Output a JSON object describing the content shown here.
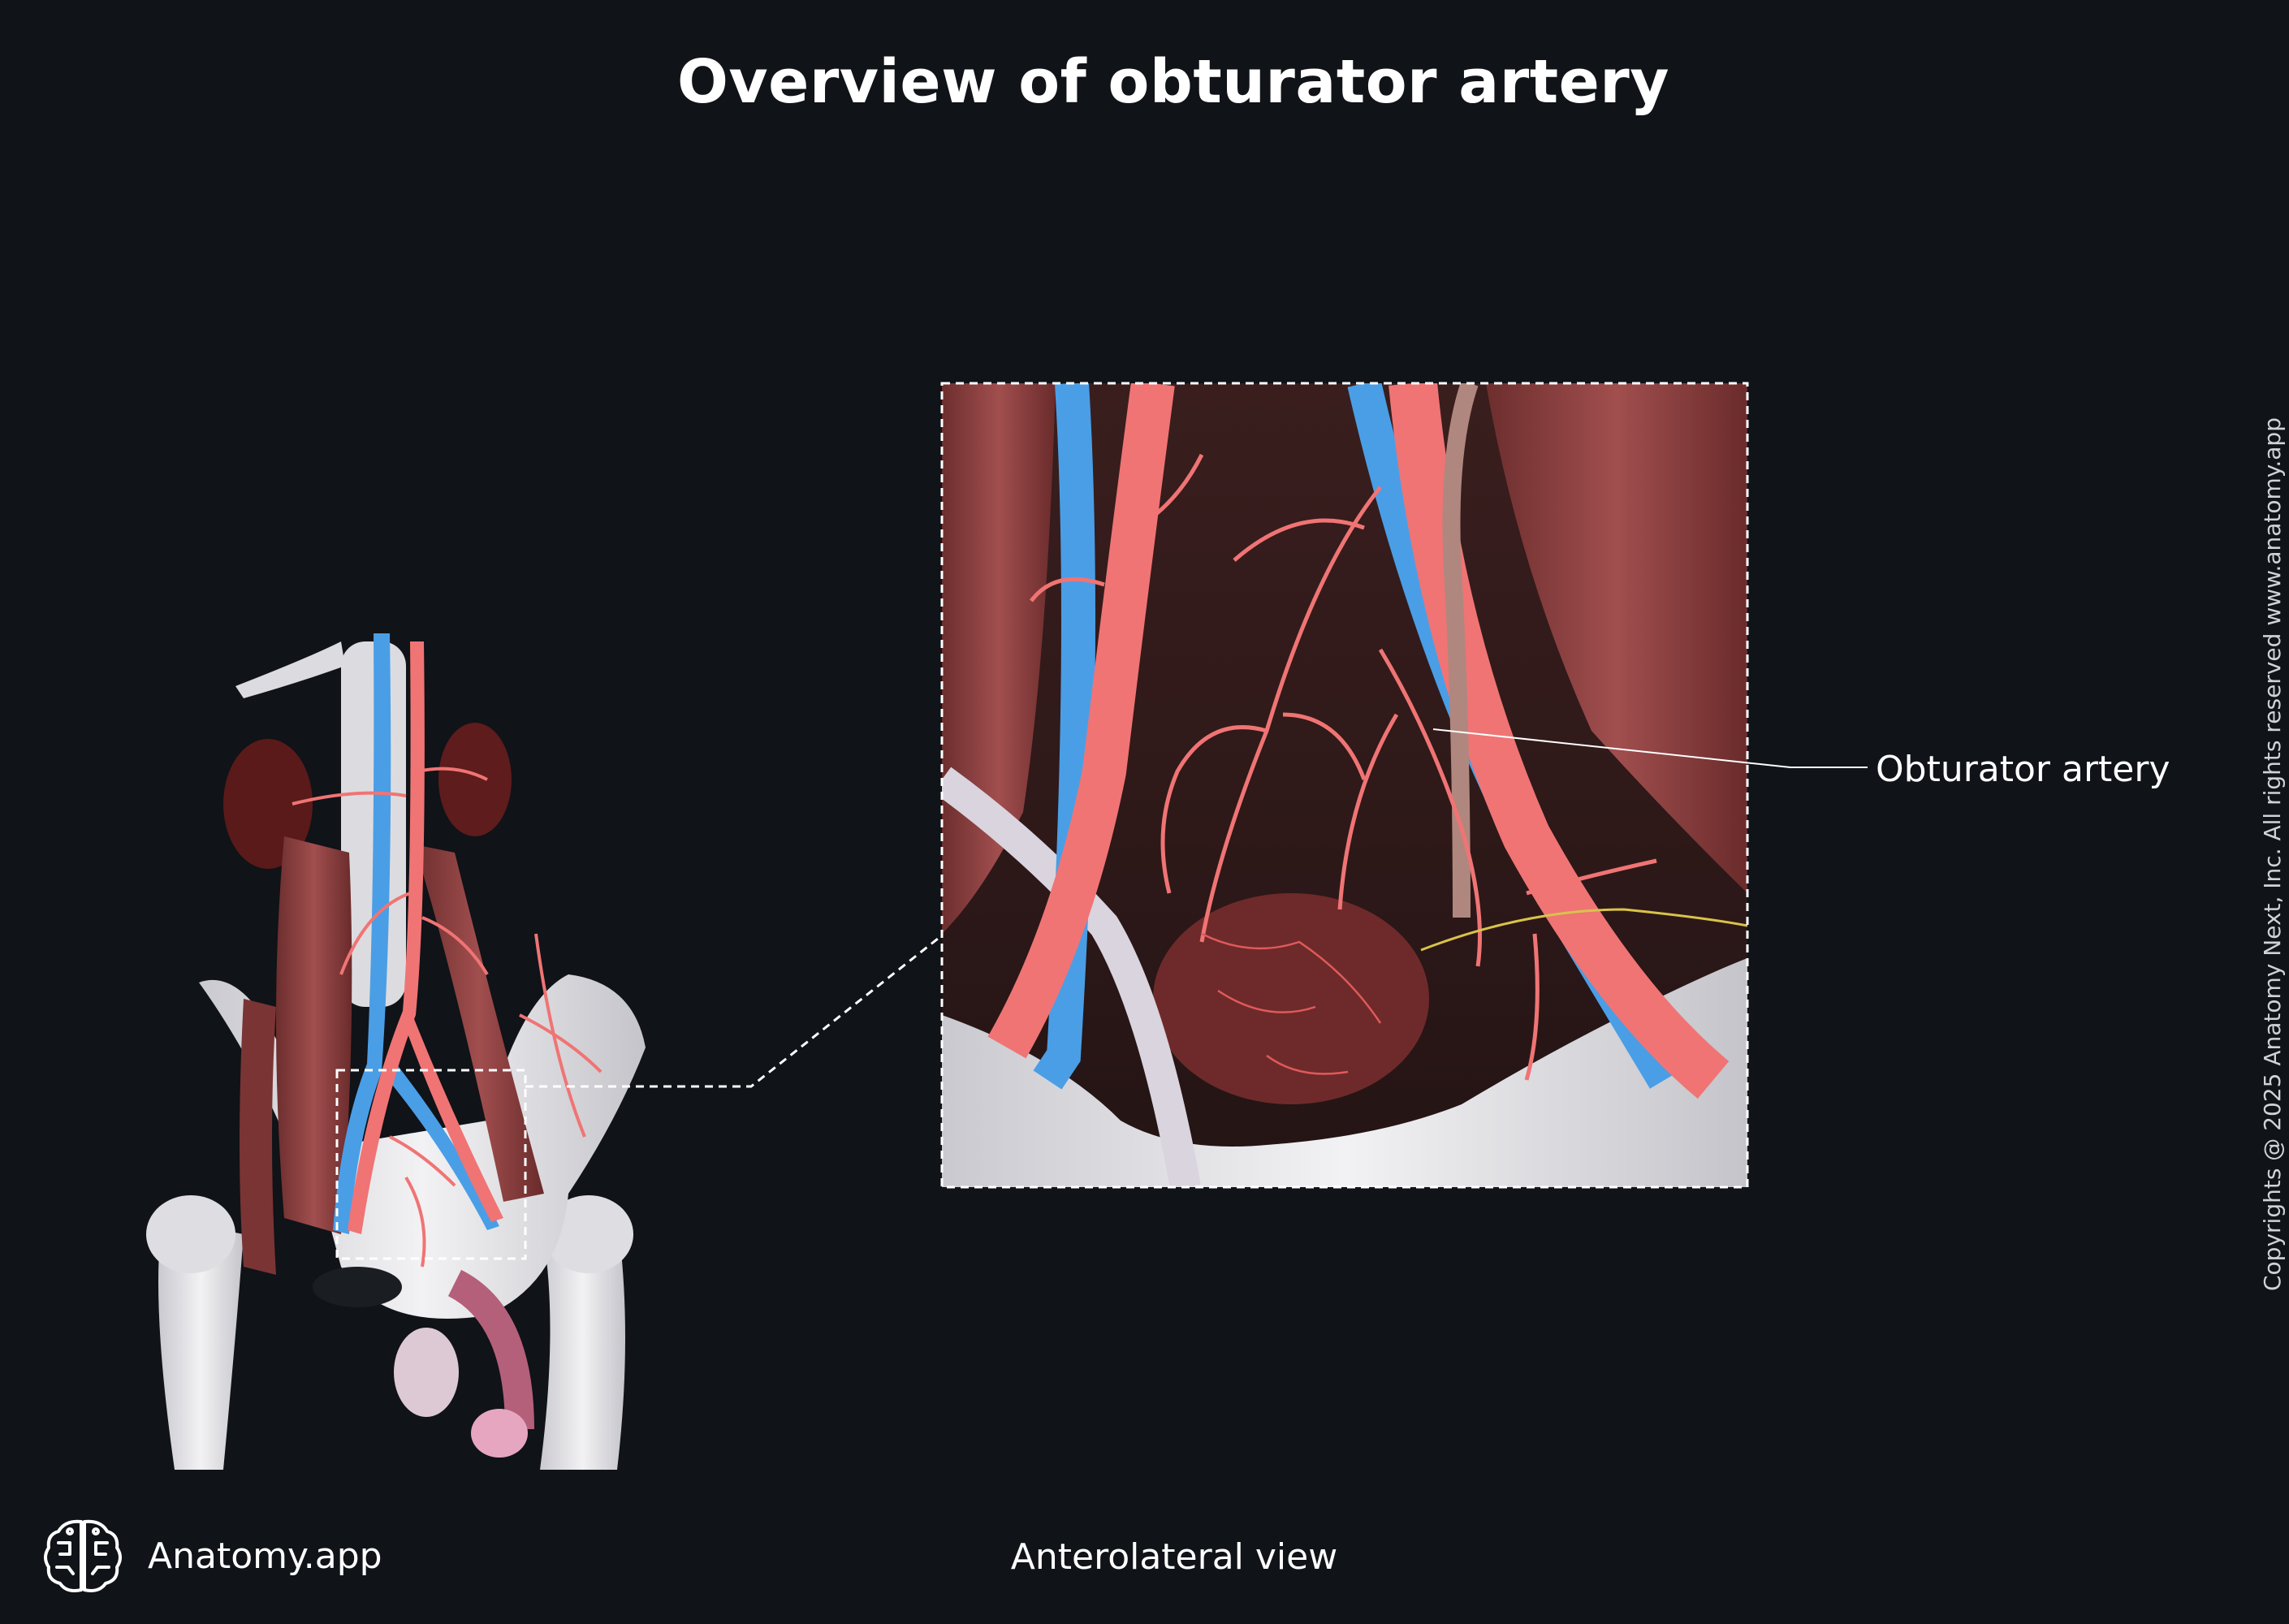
{
  "title": "Overview of obturator artery",
  "callout_label": "Obturator artery",
  "view_label": "Anterolateral view",
  "brand": {
    "name": "Anatomy.app",
    "icon": "brain-icon"
  },
  "copyright": "Copyrights @ 2025 Anatomy Next, Inc. All rights reserved www.anatomy.app",
  "colors": {
    "background": "#101318",
    "artery": "#f07474",
    "vein": "#4a9ee6",
    "bone": "#e3e3e6",
    "muscle": "#8a3c3c"
  }
}
